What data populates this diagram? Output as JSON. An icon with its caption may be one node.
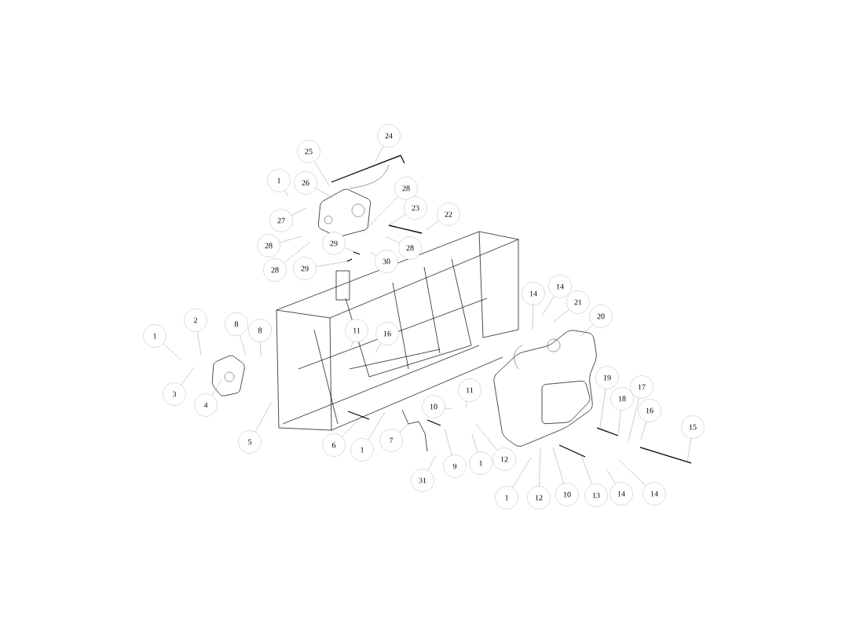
{
  "diagram": {
    "nodes": [
      {
        "text": [
          "24"
        ]
      },
      {
        "text": [
          "25"
        ]
      },
      {
        "text": [
          "1"
        ]
      },
      {
        "text": [
          "26"
        ]
      },
      {
        "text": [
          "27"
        ]
      },
      {
        "text": [
          "28"
        ]
      },
      {
        "text": [
          "23"
        ]
      },
      {
        "text": [
          "22"
        ]
      },
      {
        "text": [
          "28"
        ]
      },
      {
        "text": [
          "29"
        ]
      },
      {
        "text": [
          "28"
        ]
      },
      {
        "text": [
          "28"
        ]
      },
      {
        "text": [
          "30"
        ]
      },
      {
        "text": [
          "29"
        ]
      },
      {
        "text": [
          "14"
        ]
      },
      {
        "text": [
          "14"
        ]
      },
      {
        "text": [
          "21"
        ]
      },
      {
        "text": [
          "20"
        ]
      },
      {
        "text": [
          "1"
        ]
      },
      {
        "text": [
          "2"
        ]
      },
      {
        "text": [
          "8"
        ]
      },
      {
        "text": [
          "8"
        ]
      },
      {
        "text": [
          "11"
        ]
      },
      {
        "text": [
          "16"
        ]
      },
      {
        "text": [
          "3"
        ]
      },
      {
        "text": [
          "4"
        ]
      },
      {
        "text": [
          "19"
        ]
      },
      {
        "text": [
          "18"
        ]
      },
      {
        "text": [
          "17"
        ]
      },
      {
        "text": [
          "16"
        ]
      },
      {
        "text": [
          "15"
        ]
      },
      {
        "text": [
          "10"
        ]
      },
      {
        "text": [
          "11"
        ]
      },
      {
        "text": [
          "5"
        ]
      },
      {
        "text": [
          "6"
        ]
      },
      {
        "text": [
          "1"
        ]
      },
      {
        "text": [
          "7"
        ]
      },
      {
        "text": [
          "12"
        ]
      },
      {
        "text": [
          "1"
        ]
      },
      {
        "text": [
          "9"
        ]
      },
      {
        "text": [
          "31"
        ]
      },
      {
        "text": [
          "1"
        ]
      },
      {
        "text": [
          "12"
        ]
      },
      {
        "text": [
          "10"
        ]
      },
      {
        "text": [
          "13"
        ]
      },
      {
        "text": [
          "14"
        ]
      },
      {
        "text": [
          "14"
        ]
      }
    ],
    "edges": [
      {
        "from": 0,
        "to": null,
        "arrow": "none"
      },
      {
        "from": 1,
        "to": null,
        "arrow": "none"
      },
      {
        "from": 2,
        "to": null,
        "arrow": "none"
      },
      {
        "from": 3,
        "to": null,
        "arrow": "none"
      },
      {
        "from": 4,
        "to": null,
        "arrow": "none"
      },
      {
        "from": 5,
        "to": null,
        "arrow": "none"
      },
      {
        "from": 6,
        "to": null,
        "arrow": "none"
      },
      {
        "from": 7,
        "to": null,
        "arrow": "none"
      },
      {
        "from": 8,
        "to": null,
        "arrow": "none"
      },
      {
        "from": 9,
        "to": null,
        "arrow": "none"
      },
      {
        "from": 10,
        "to": null,
        "arrow": "none"
      },
      {
        "from": 11,
        "to": null,
        "arrow": "none"
      },
      {
        "from": 12,
        "to": null,
        "arrow": "none"
      },
      {
        "from": 13,
        "to": null,
        "arrow": "none"
      },
      {
        "from": 14,
        "to": null,
        "arrow": "none"
      },
      {
        "from": 15,
        "to": null,
        "arrow": "none"
      },
      {
        "from": 16,
        "to": null,
        "arrow": "none"
      },
      {
        "from": 17,
        "to": null,
        "arrow": "none"
      },
      {
        "from": 18,
        "to": null,
        "arrow": "none"
      },
      {
        "from": 19,
        "to": null,
        "arrow": "none"
      },
      {
        "from": 20,
        "to": null,
        "arrow": "none"
      },
      {
        "from": 21,
        "to": null,
        "arrow": "none"
      },
      {
        "from": 22,
        "to": null,
        "arrow": "none"
      },
      {
        "from": 23,
        "to": null,
        "arrow": "none"
      },
      {
        "from": 24,
        "to": null,
        "arrow": "none"
      },
      {
        "from": 25,
        "to": null,
        "arrow": "none"
      },
      {
        "from": 26,
        "to": null,
        "arrow": "none"
      },
      {
        "from": 27,
        "to": null,
        "arrow": "none"
      },
      {
        "from": 28,
        "to": null,
        "arrow": "none"
      },
      {
        "from": 29,
        "to": null,
        "arrow": "none"
      },
      {
        "from": 30,
        "to": null,
        "arrow": "none"
      },
      {
        "from": 31,
        "to": null,
        "arrow": "none"
      },
      {
        "from": 32,
        "to": null,
        "arrow": "none"
      },
      {
        "from": 33,
        "to": null,
        "arrow": "none"
      },
      {
        "from": 34,
        "to": null,
        "arrow": "none"
      },
      {
        "from": 35,
        "to": null,
        "arrow": "none"
      },
      {
        "from": 36,
        "to": null,
        "arrow": "none"
      },
      {
        "from": 37,
        "to": null,
        "arrow": "none"
      },
      {
        "from": 38,
        "to": null,
        "arrow": "none"
      },
      {
        "from": 39,
        "to": null,
        "arrow": "none"
      },
      {
        "from": 40,
        "to": null,
        "arrow": "none"
      },
      {
        "from": 41,
        "to": null,
        "arrow": "none"
      },
      {
        "from": 42,
        "to": null,
        "arrow": "none"
      },
      {
        "from": 43,
        "to": null,
        "arrow": "none"
      },
      {
        "from": 44,
        "to": null,
        "arrow": "none"
      },
      {
        "from": 45,
        "to": null,
        "arrow": "none"
      },
      {
        "from": 46,
        "to": null,
        "arrow": "none"
      }
    ]
  }
}
